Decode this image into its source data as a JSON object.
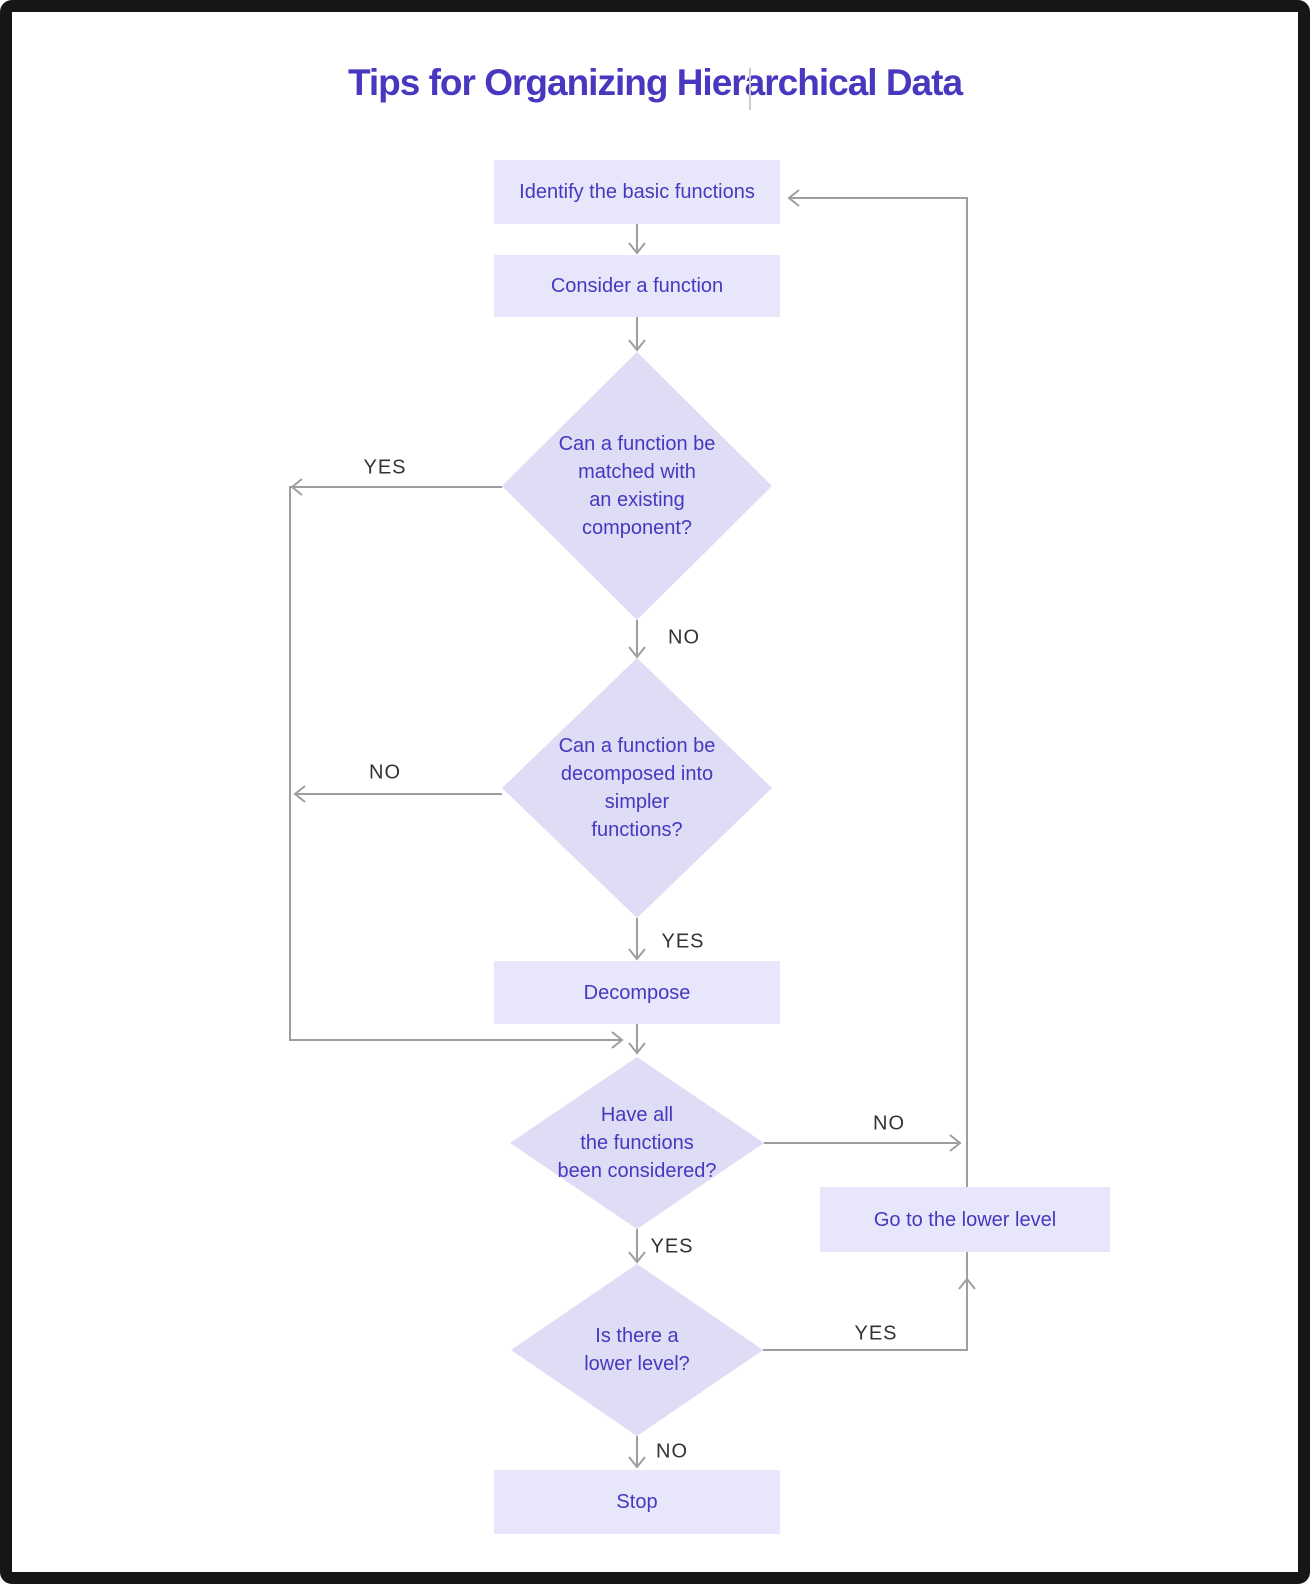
{
  "title": "Tips for Organizing Hierarchical Data",
  "colors": {
    "title_text": "#4837bf",
    "node_text": "#4837bf",
    "box_fill": "#e8e6fa",
    "diamond_fill": "#dfdcf5",
    "line": "#9e9e9e",
    "edge_label_text": "#333333",
    "page_bg": "#ffffff",
    "border": "#161616"
  },
  "nodes": {
    "identify": {
      "label": "Identify the basic functions"
    },
    "consider": {
      "label": "Consider a function"
    },
    "match_q": {
      "label": "Can a function be\nmatched with\nan existing\ncomponent?"
    },
    "decompose_q": {
      "label": "Can a function be\ndecomposed into\nsimpler\nfunctions?"
    },
    "decompose": {
      "label": "Decompose"
    },
    "considered_q": {
      "label": "Have all\nthe functions\nbeen considered?"
    },
    "goto_lower": {
      "label": "Go to the lower level"
    },
    "lower_q": {
      "label": "Is there a\nlower level?"
    },
    "stop": {
      "label": "Stop"
    }
  },
  "edge_labels": {
    "match_yes": "YES",
    "match_no": "NO",
    "decompose_no": "NO",
    "decompose_yes": "YES",
    "considered_no": "NO",
    "considered_yes": "YES",
    "lower_yes": "YES",
    "lower_no": "NO"
  }
}
